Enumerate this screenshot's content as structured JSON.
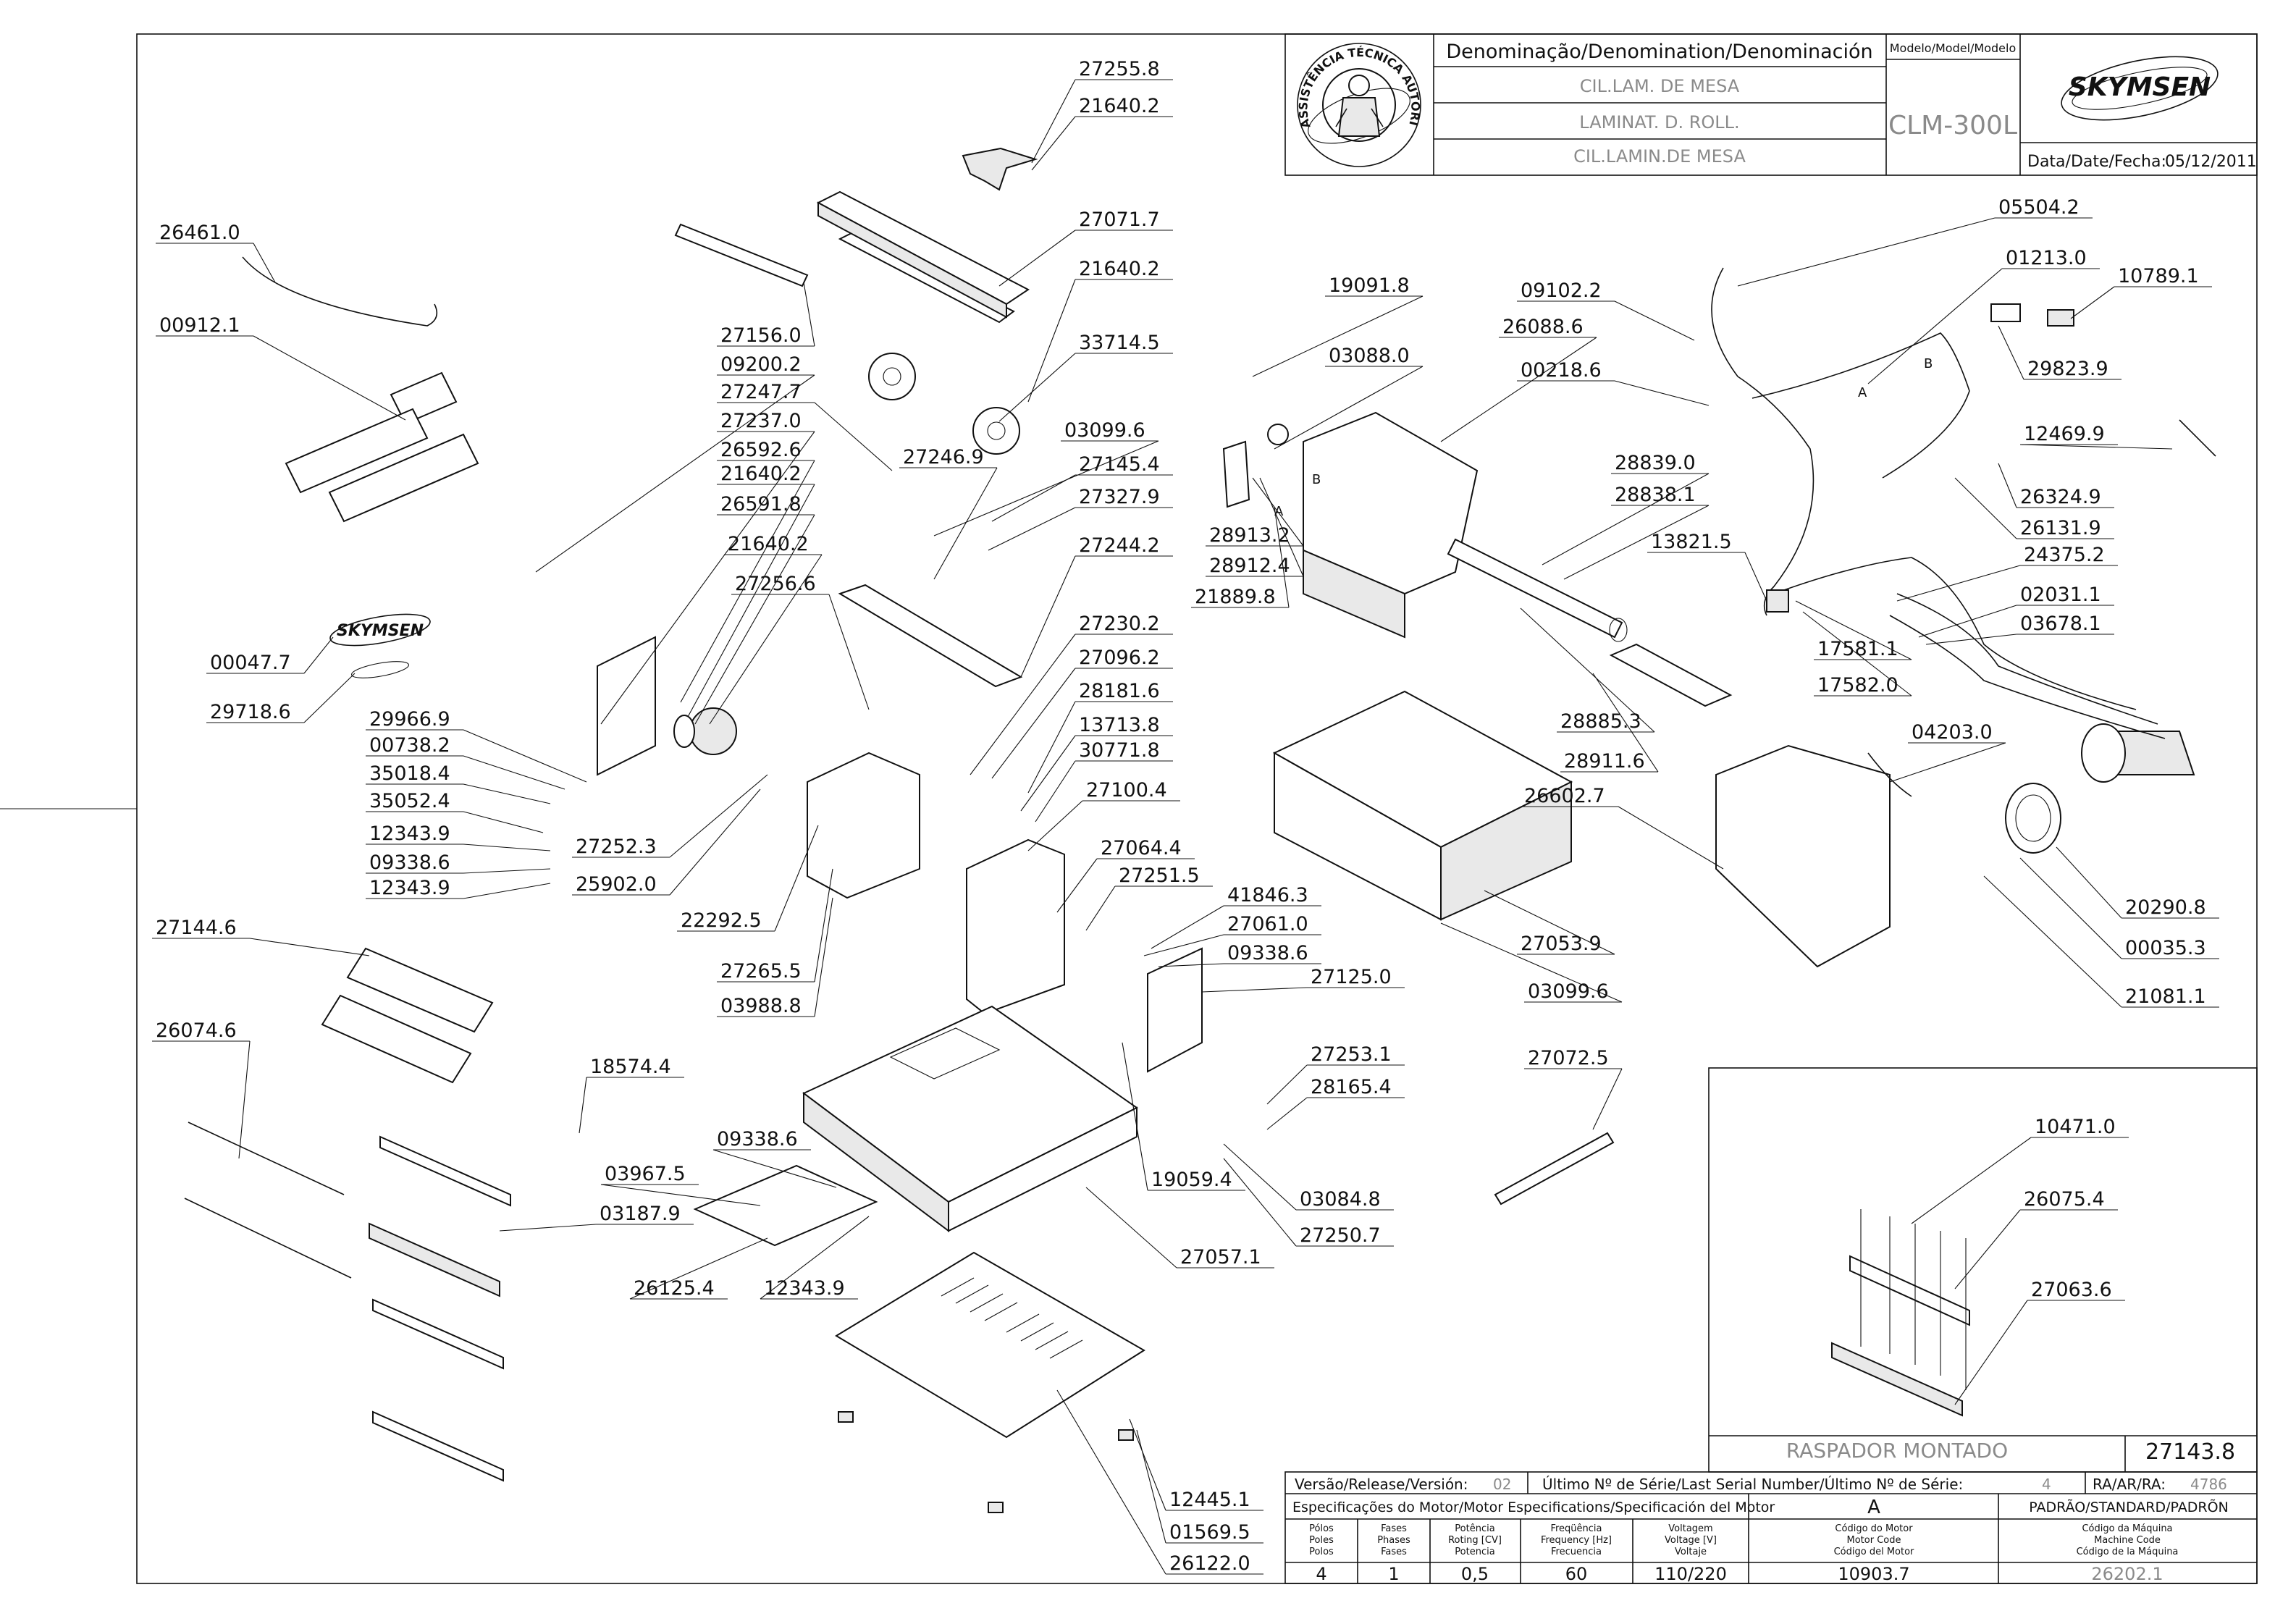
{
  "title_block": {
    "header": "Denominação/Denomination/Denominación",
    "name_pt": "CIL.LAM. DE MESA",
    "name_en": "LAMINAT. D. ROLL.",
    "name_es": "CIL.LAMIN.DE MESA",
    "model_header": "Modelo/Model/Modelo",
    "model": "CLM-300L",
    "date_label": "Data/Date/Fecha:",
    "date": "05/12/2011",
    "brand": "SKYMSEN",
    "seal_text": "ASSISTÊNCIA TÉCNICA AUTORIZADA"
  },
  "subassembly": {
    "title": "RASPADOR MONTADO",
    "code": "27143.8",
    "labels": [
      "10471.0",
      "26075.4",
      "27063.6"
    ]
  },
  "release_row": {
    "version_label": "Versão/Release/Versión:",
    "version": "02",
    "serial_label": "Último Nº de Série/Last Serial Number/Último Nº de Série:",
    "serial": "4",
    "ra_label": "RA/AR/RA:",
    "ra": "4786"
  },
  "motor_specs": {
    "header": "Especificações do Motor/Motor Especifications/Specificación del Motor",
    "variant": "A",
    "standard": "PADRÃO/STANDARD/PADRÕN",
    "columns": [
      {
        "h1": "Pólos",
        "h2": "Poles",
        "h3": "Polos",
        "value": "4"
      },
      {
        "h1": "Fases",
        "h2": "Phases",
        "h3": "Fases",
        "value": "1"
      },
      {
        "h1": "Potência",
        "h2": "Roting [CV]",
        "h3": "Potencia",
        "value": "0,5"
      },
      {
        "h1": "Freqüência",
        "h2": "Frequency [Hz]",
        "h3": "Frecuencia",
        "value": "60"
      },
      {
        "h1": "Voltagem",
        "h2": "Voltage [V]",
        "h3": "Voltaje",
        "value": "110/220"
      },
      {
        "h1": "Código do Motor",
        "h2": "Motor Code",
        "h3": "Código del Motor",
        "value": "10903.7"
      },
      {
        "h1": "Código da Máquina",
        "h2": "Machine Code",
        "h3": "Código de la Máquina",
        "value": "26202.1"
      }
    ]
  },
  "callouts": [
    "27255.8",
    "21640.2",
    "27071.7",
    "21640.2",
    "33714.5",
    "27156.0",
    "09200.2",
    "27247.7",
    "27237.0",
    "26592.6",
    "21640.2",
    "26591.8",
    "21640.2",
    "27246.9",
    "03099.6",
    "27145.4",
    "27327.9",
    "27256.6",
    "27244.2",
    "27230.2",
    "27096.2",
    "28181.6",
    "13713.8",
    "30771.8",
    "27100.4",
    "27064.4",
    "27251.5",
    "41846.3",
    "27061.0",
    "09338.6",
    "27125.0",
    "27253.1",
    "28165.4",
    "19059.4",
    "03084.8",
    "27250.7",
    "27057.1",
    "26461.0",
    "00912.1",
    "00047.7",
    "29718.6",
    "29966.9",
    "00738.2",
    "35018.4",
    "35052.4",
    "12343.9",
    "09338.6",
    "12343.9",
    "27252.3",
    "25902.0",
    "22292.5",
    "27265.5",
    "03988.8",
    "27144.6",
    "18574.4",
    "26074.6",
    "09338.6",
    "03967.5",
    "03187.9",
    "26125.4",
    "12343.9",
    "26122.0",
    "01569.5",
    "12445.1",
    "19091.8",
    "03088.0",
    "26088.6",
    "28913.2",
    "28912.4",
    "21889.8",
    "28839.0",
    "28838.1",
    "28885.3",
    "28911.6",
    "27053.9",
    "03099.6",
    "27072.5",
    "09102.2",
    "00218.6",
    "05504.2",
    "01213.0",
    "10789.1",
    "29823.9",
    "12469.9",
    "26324.9",
    "26131.9",
    "13821.5",
    "24375.2",
    "17581.1",
    "17582.0",
    "02031.1",
    "03678.1",
    "04203.0",
    "26602.7",
    "20290.8",
    "00035.3",
    "21081.1"
  ],
  "wire_labels": [
    "A",
    "B",
    "A",
    "B"
  ]
}
